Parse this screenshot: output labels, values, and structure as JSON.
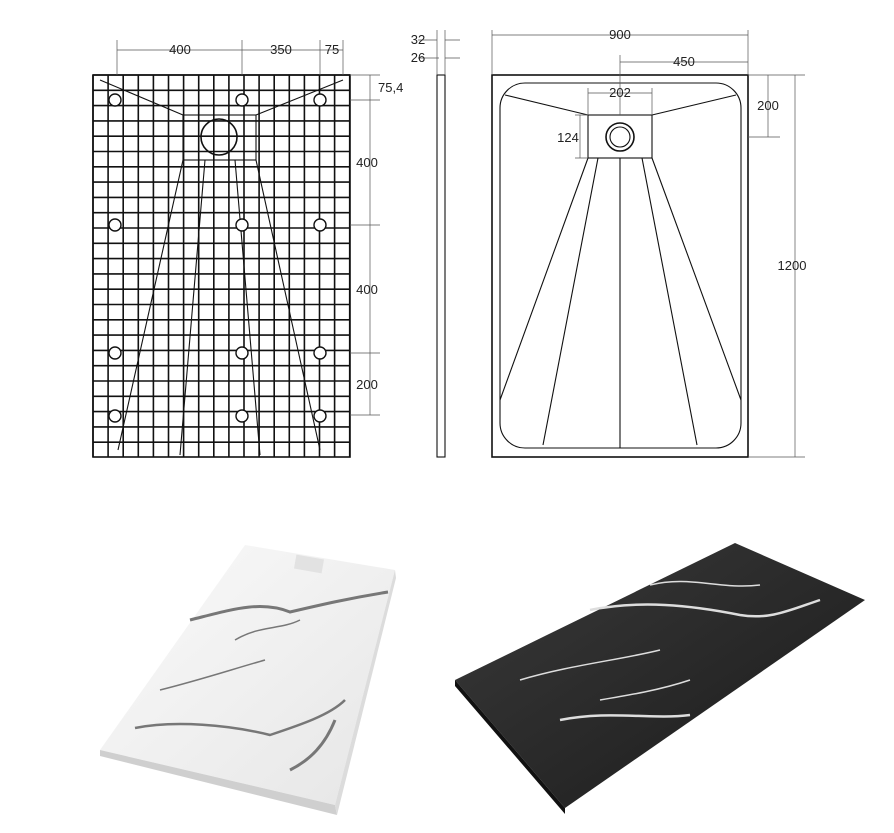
{
  "grid_view": {
    "dims": {
      "top_a": "400",
      "top_b": "350",
      "top_c": "75",
      "side_a": "75,4",
      "side_b": "400",
      "side_c": "400",
      "side_d": "200"
    }
  },
  "profile_view": {
    "dims": {
      "thickness_total": "32",
      "thickness_body": "26"
    }
  },
  "top_view": {
    "dims": {
      "width": "900",
      "half_width": "450",
      "drain_width": "202",
      "drain_offset": "200",
      "drain_height": "124",
      "length": "1200"
    }
  },
  "photos": {
    "white_color": "#f2f2f2",
    "black_color": "#262626"
  }
}
